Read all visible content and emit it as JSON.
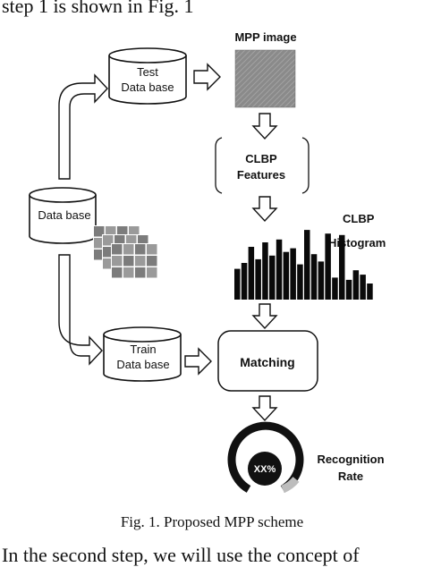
{
  "page_text": {
    "top": "step 1 is shown in Fig. 1",
    "bottom": "In the second step, we will use the concept of",
    "caption": "Fig. 1. Proposed MPP scheme"
  },
  "diagram": {
    "database": "Data base",
    "test_db": [
      "Test",
      "Data base"
    ],
    "train_db": [
      "Train",
      "Data base"
    ],
    "mpp_image": "MPP image",
    "clbp_features": [
      "CLBP",
      "Features"
    ],
    "clbp_histogram": [
      "CLBP",
      "Histogram"
    ],
    "matching": "Matching",
    "recognition_rate": [
      "Recognition",
      "Rate"
    ],
    "gauge_value": "XX%"
  },
  "histogram_bars": [
    0.42,
    0.5,
    0.72,
    0.55,
    0.78,
    0.6,
    0.82,
    0.65,
    0.7,
    0.48,
    0.95,
    0.62,
    0.52,
    0.9,
    0.3,
    0.88,
    0.27,
    0.4,
    0.34,
    0.22
  ]
}
